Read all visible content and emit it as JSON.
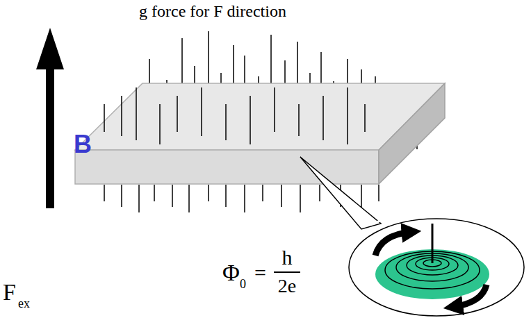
{
  "diagram": {
    "labels": [
      "g force for F direction",
      "B",
      "F",
      "ex",
      "Φ",
      "0",
      "=",
      "h",
      "2e"
    ]
  }
}
